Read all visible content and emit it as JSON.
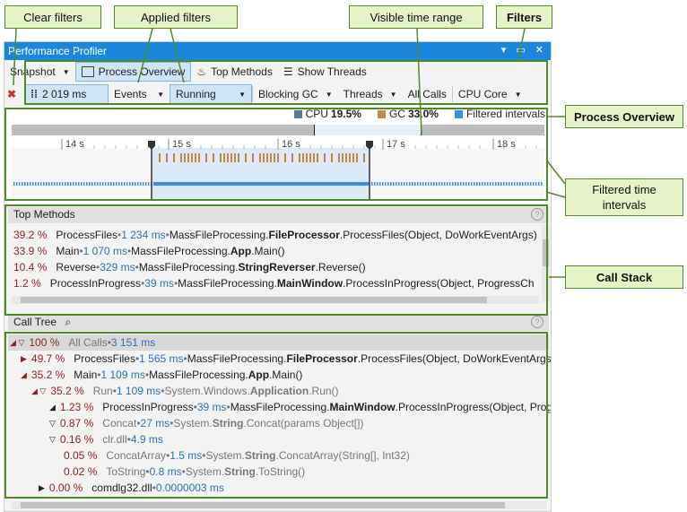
{
  "callouts": {
    "clear_filters": "Clear filters",
    "applied_filters": "Applied filters",
    "visible_time_range": "Visible time range",
    "filters": "Filters",
    "process_overview": "Process Overview",
    "filtered_time_intervals": "Filtered time intervals",
    "call_stack": "Call Stack"
  },
  "window": {
    "title": "Performance Profiler",
    "accent": "#1c86dc"
  },
  "toolbar": {
    "snapshot": "Snapshot",
    "process_overview": "Process Overview",
    "top_methods": "Top Methods",
    "show_threads": "Show Threads"
  },
  "filters": {
    "time": "2 019 ms",
    "events": "Events",
    "running": "Running",
    "blocking_gc": "Blocking GC",
    "threads": "Threads",
    "all_calls": "All Calls",
    "cpu_core": "CPU Core"
  },
  "overview": {
    "legend": {
      "cpu_label": "CPU",
      "cpu_value": "19.5%",
      "gc_label": "GC",
      "gc_value": "33.0%",
      "filtered": "Filtered intervals"
    },
    "ticks": [
      "14 s",
      "15 s",
      "16 s",
      "17 s",
      "18 s"
    ],
    "colors": {
      "cpu": "#5a7a94",
      "gc": "#c8874a",
      "filtered": "#3c8ce6"
    }
  },
  "top_methods": {
    "title": "Top Methods",
    "rows": [
      {
        "pct": "39.2 %",
        "name": "ProcessFiles",
        "ms": "1 234 ms",
        "ns": "MassFileProcessing.",
        "cls": "FileProcessor",
        "rest": ".ProcessFiles(Object, DoWorkEventArgs)"
      },
      {
        "pct": "33.9 %",
        "name": "Main",
        "ms": "1 070 ms",
        "ns": "MassFileProcessing.",
        "cls": "App",
        "rest": ".Main()"
      },
      {
        "pct": "10.4 %",
        "name": "Reverse",
        "ms": "329 ms",
        "ns": "MassFileProcessing.",
        "cls": "StringReverser",
        "rest": ".Reverse()"
      },
      {
        "pct": "1.2 %",
        "name": "ProcessInProgress",
        "ms": "39 ms",
        "ns": "MassFileProcessing.",
        "cls": "MainWindow",
        "rest": ".ProcessInProgress(Object, ProgressCh"
      }
    ]
  },
  "call_tree": {
    "title": "Call Tree",
    "rows": [
      {
        "pct": "100 %",
        "name": "All Calls",
        "ms": "3 151 ms",
        "ns": "",
        "cls": "",
        "rest": ""
      },
      {
        "pct": "49.7 %",
        "name": "ProcessFiles",
        "ms": "1 565 ms",
        "ns": "MassFileProcessing.",
        "cls": "FileProcessor",
        "rest": ".ProcessFiles(Object, DoWorkEventArgs)"
      },
      {
        "pct": "35.2 %",
        "name": "Main",
        "ms": "1 109 ms",
        "ns": "MassFileProcessing.",
        "cls": "App",
        "rest": ".Main()"
      },
      {
        "pct": "35.2 %",
        "name": "Run",
        "ms": "1 109 ms",
        "ns": "System.Windows.",
        "cls": "Application",
        "rest": ".Run()"
      },
      {
        "pct": "1.23 %",
        "name": "ProcessInProgress",
        "ms": "39 ms",
        "ns": "MassFileProcessing.",
        "cls": "MainWindow",
        "rest": ".ProcessInProgress(Object, Progres"
      },
      {
        "pct": "0.87 %",
        "name": "Concat",
        "ms": "27 ms",
        "ns": "System.",
        "cls": "String",
        "rest": ".Concat(params Object[])"
      },
      {
        "pct": "0.16 %",
        "name": "clr.dll",
        "ms": "4.9 ms",
        "ns": "",
        "cls": "",
        "rest": ""
      },
      {
        "pct": "0.05 %",
        "name": "ConcatArray",
        "ms": "1.5 ms",
        "ns": "System.",
        "cls": "String",
        "rest": ".ConcatArray(String[], Int32)"
      },
      {
        "pct": "0.02 %",
        "name": "ToString",
        "ms": "0.8 ms",
        "ns": "System.",
        "cls": "String",
        "rest": ".ToString()"
      },
      {
        "pct": "0.00 %",
        "name": "comdlg32.dll",
        "ms": "0.0000003 ms",
        "ns": "",
        "cls": "",
        "rest": ""
      }
    ]
  }
}
